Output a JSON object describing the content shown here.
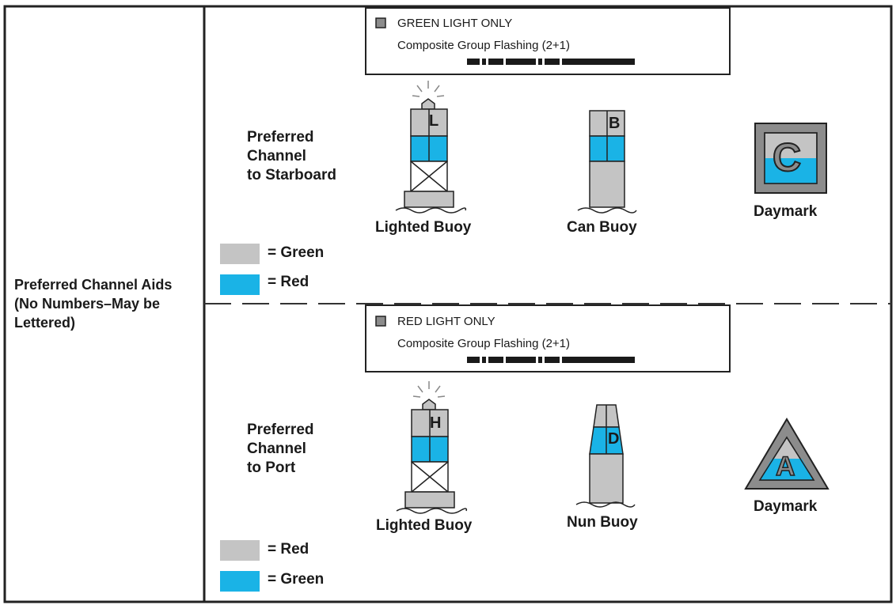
{
  "row_label": [
    "Preferred Channel Aids",
    "(No Numbers–May be",
    "Lettered)"
  ],
  "colors": {
    "gray": "#c4c4c4",
    "blue": "#1ab3e6",
    "line": "#222222",
    "light_square": "#8c8c8c"
  },
  "top": {
    "light_box": {
      "title": "GREEN LIGHT ONLY",
      "pattern": "Composite Group Flashing (2+1)"
    },
    "heading": [
      "Preferred",
      "Channel",
      "to Starboard"
    ],
    "lighted_buoy": {
      "letter": "L",
      "caption": "Lighted Buoy"
    },
    "second_buoy": {
      "letter": "B",
      "caption": "Can Buoy"
    },
    "daymark": {
      "letter": "C",
      "caption": "Daymark"
    },
    "key": [
      {
        "swatch": "gray",
        "label": "= Green"
      },
      {
        "swatch": "blue",
        "label": "= Red"
      }
    ]
  },
  "bottom": {
    "light_box": {
      "title": "RED LIGHT ONLY",
      "pattern": "Composite Group Flashing (2+1)"
    },
    "heading": [
      "Preferred",
      "Channel",
      "to Port"
    ],
    "lighted_buoy": {
      "letter": "H",
      "caption": "Lighted Buoy"
    },
    "second_buoy": {
      "letter": "D",
      "caption": "Nun Buoy"
    },
    "daymark": {
      "letter": "A",
      "caption": "Daymark"
    },
    "key": [
      {
        "swatch": "gray",
        "label": "= Red"
      },
      {
        "swatch": "blue",
        "label": "= Green"
      }
    ]
  }
}
